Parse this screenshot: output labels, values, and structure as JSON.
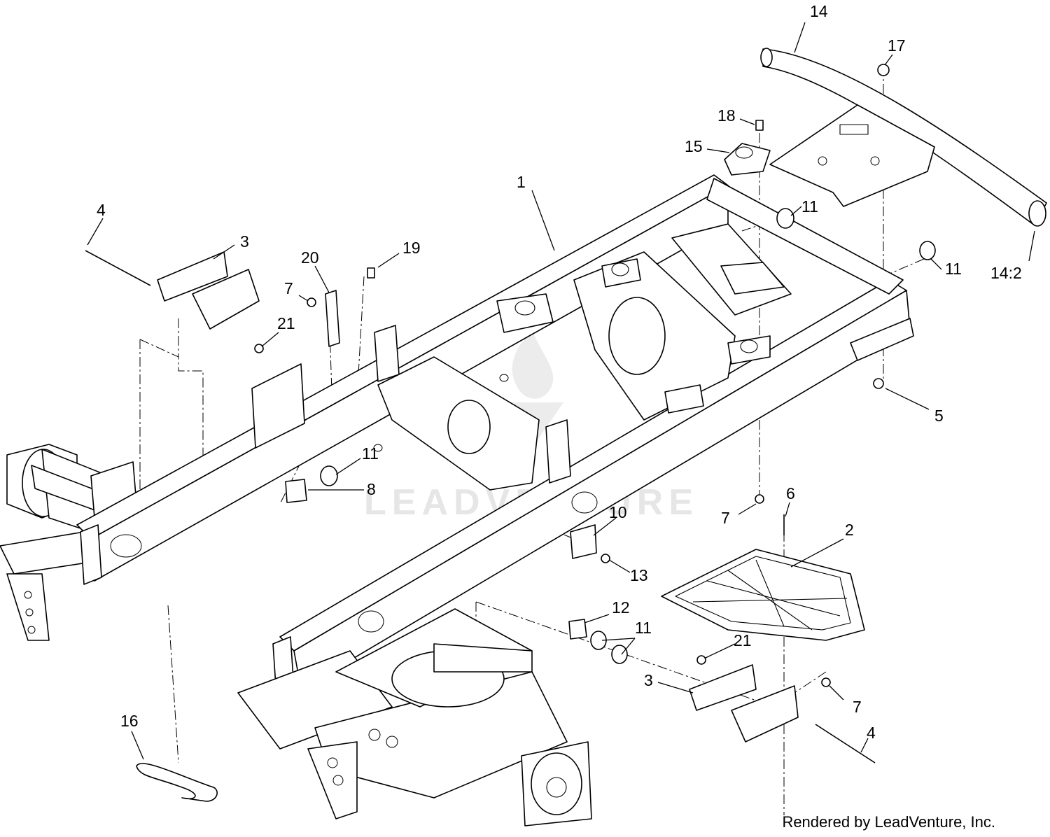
{
  "callouts": [
    {
      "id": "c1",
      "label": "1"
    },
    {
      "id": "c2",
      "label": "2"
    },
    {
      "id": "c3a",
      "label": "3"
    },
    {
      "id": "c3b",
      "label": "3"
    },
    {
      "id": "c4a",
      "label": "4"
    },
    {
      "id": "c4b",
      "label": "4"
    },
    {
      "id": "c5",
      "label": "5"
    },
    {
      "id": "c6",
      "label": "6"
    },
    {
      "id": "c7a",
      "label": "7"
    },
    {
      "id": "c7b",
      "label": "7"
    },
    {
      "id": "c7c",
      "label": "7"
    },
    {
      "id": "c8",
      "label": "8"
    },
    {
      "id": "c10",
      "label": "10"
    },
    {
      "id": "c11a",
      "label": "11"
    },
    {
      "id": "c11b",
      "label": "11"
    },
    {
      "id": "c11c",
      "label": "11"
    },
    {
      "id": "c11d",
      "label": "11"
    },
    {
      "id": "c12",
      "label": "12"
    },
    {
      "id": "c13",
      "label": "13"
    },
    {
      "id": "c14",
      "label": "14"
    },
    {
      "id": "c14b",
      "label": "14:2"
    },
    {
      "id": "c15",
      "label": "15"
    },
    {
      "id": "c16",
      "label": "16"
    },
    {
      "id": "c17",
      "label": "17"
    },
    {
      "id": "c18",
      "label": "18"
    },
    {
      "id": "c19",
      "label": "19"
    },
    {
      "id": "c20",
      "label": "20"
    },
    {
      "id": "c21a",
      "label": "21"
    },
    {
      "id": "c21b",
      "label": "21"
    }
  ],
  "watermark": "LEADVENTURE",
  "credit": "Rendered by LeadVenture, Inc."
}
